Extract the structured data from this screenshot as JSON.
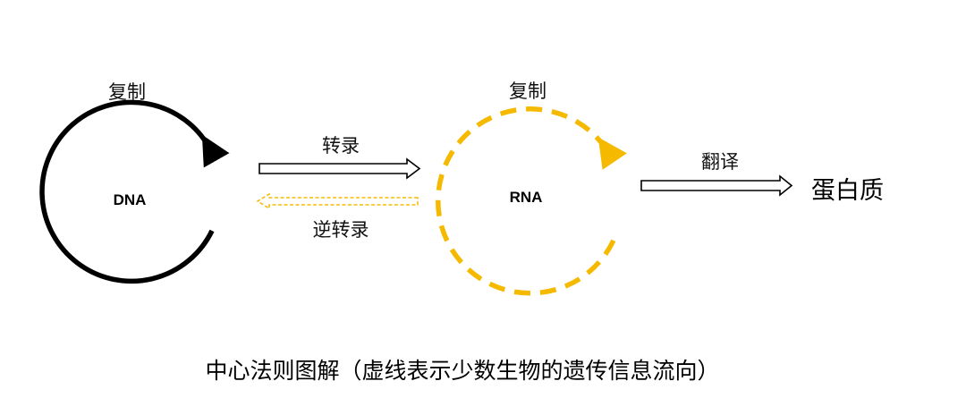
{
  "nodes": {
    "dna": "DNA",
    "rna": "RNA",
    "protein": "蛋白质"
  },
  "processes": {
    "dna_replication": "复制",
    "rna_replication": "复制",
    "transcription": "转录",
    "reverse_transcription": "逆转录",
    "translation": "翻译"
  },
  "caption": "中心法则图解（虚线表示少数生物的遗传信息流向）",
  "colors": {
    "solid_flow": "#000000",
    "minor_flow": "#F5BA00"
  }
}
